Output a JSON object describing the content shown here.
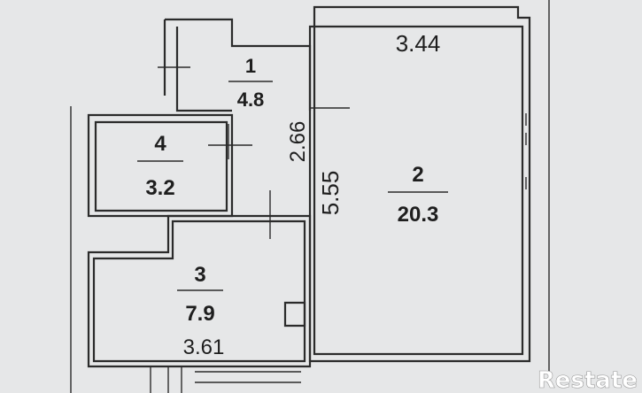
{
  "rooms": [
    {
      "number": "1",
      "area": "4.8"
    },
    {
      "number": "2",
      "area": "20.3"
    },
    {
      "number": "3",
      "area": "7.9"
    },
    {
      "number": "4",
      "area": "3.2"
    }
  ],
  "dimensions": {
    "top_width": "3.44",
    "room1_height": "2.66",
    "room2_height": "5.55",
    "bottom_width": "3.61"
  },
  "watermark": "Restate"
}
